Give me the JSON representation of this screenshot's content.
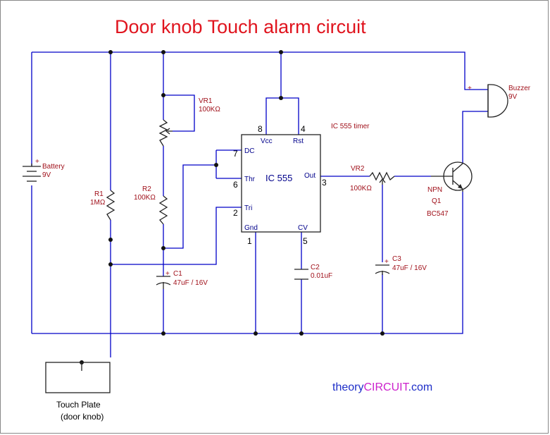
{
  "title": "Door knob Touch alarm circuit",
  "components": {
    "battery": {
      "name": "Battery",
      "value": "9V"
    },
    "r1": {
      "name": "R1",
      "value": "1MΩ"
    },
    "vr1": {
      "name": "VR1",
      "value": "100KΩ"
    },
    "r2": {
      "name": "R2",
      "value": "100KΩ"
    },
    "c1": {
      "name": "C1",
      "value": "47uF / 16V"
    },
    "c2": {
      "name": "C2",
      "value": "0.01uF"
    },
    "vr2": {
      "name": "VR2",
      "value": "100KΩ"
    },
    "c3": {
      "name": "C3",
      "value": "47uF / 16V"
    },
    "buzzer": {
      "name": "Buzzer",
      "value": "9V"
    },
    "q1": {
      "type": "NPN",
      "name": "Q1",
      "part": "BC547"
    }
  },
  "ic": {
    "caption": "IC 555 timer",
    "name": "IC 555",
    "pins": {
      "vcc": {
        "num": "8",
        "label": "Vcc"
      },
      "rst": {
        "num": "4",
        "label": "Rst"
      },
      "dc": {
        "num": "7",
        "label": "DC"
      },
      "thr": {
        "num": "6",
        "label": "Thr"
      },
      "tri": {
        "num": "2",
        "label": "Tri"
      },
      "gnd": {
        "num": "1",
        "label": "Gnd"
      },
      "cv": {
        "num": "5",
        "label": "CV"
      },
      "out": {
        "num": "3",
        "label": "Out"
      }
    }
  },
  "polarity": {
    "plus": "+"
  },
  "touch_plate": {
    "line1": "Touch Plate",
    "line2": "(door knob)"
  },
  "brand": {
    "part1": "theory",
    "part2": "CIRCUIT",
    "part3": ".com"
  }
}
